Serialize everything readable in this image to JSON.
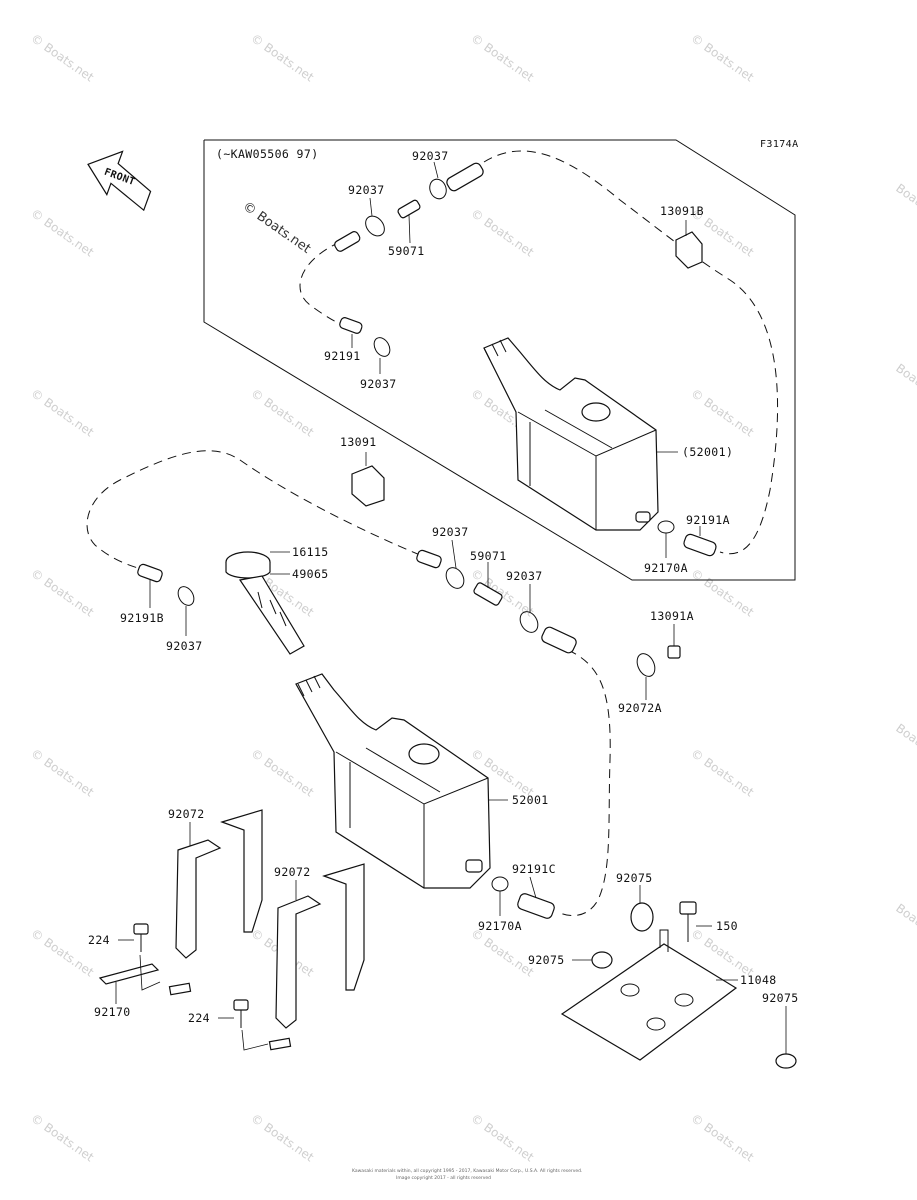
{
  "diagram_code": "F3174A",
  "variant_note": "(~KAW05506 97)",
  "front_label": "FRONT",
  "watermark": "© Boats.net",
  "watermark_short": "Boats.net",
  "footer_line1": "Kawasaki materials within, all copyright 1995 - 2017, Kawasaki Motor Corp., U.S.A. All rights reserved.",
  "footer_line2": "Image copyright 2017 - all rights reserved",
  "labels": {
    "p92037_top": "92037",
    "p92037_left": "92037",
    "p59071_top": "59071",
    "p13091B": "13091B",
    "p92191": "92191",
    "p92037_upper_low": "92037",
    "p52001_paren": "(52001)",
    "p92191A": "92191A",
    "p92170A_top": "92170A",
    "p13091": "13091",
    "p16115": "16115",
    "p49065": "49065",
    "p92037_mid": "92037",
    "p59071_mid": "59071",
    "p92037_mid2": "92037",
    "p92191B": "92191B",
    "p92037_leftlow": "92037",
    "p13091A": "13091A",
    "p92072A": "92072A",
    "p52001": "52001",
    "p92191C": "92191C",
    "p92170A_low": "92170A",
    "p92072_a": "92072",
    "p92072_b": "92072",
    "p224_a": "224",
    "p224_b": "224",
    "p92170": "92170",
    "p92075_top": "92075",
    "p150": "150",
    "p92075_mid": "92075",
    "p11048": "11048",
    "p92075_right": "92075"
  }
}
